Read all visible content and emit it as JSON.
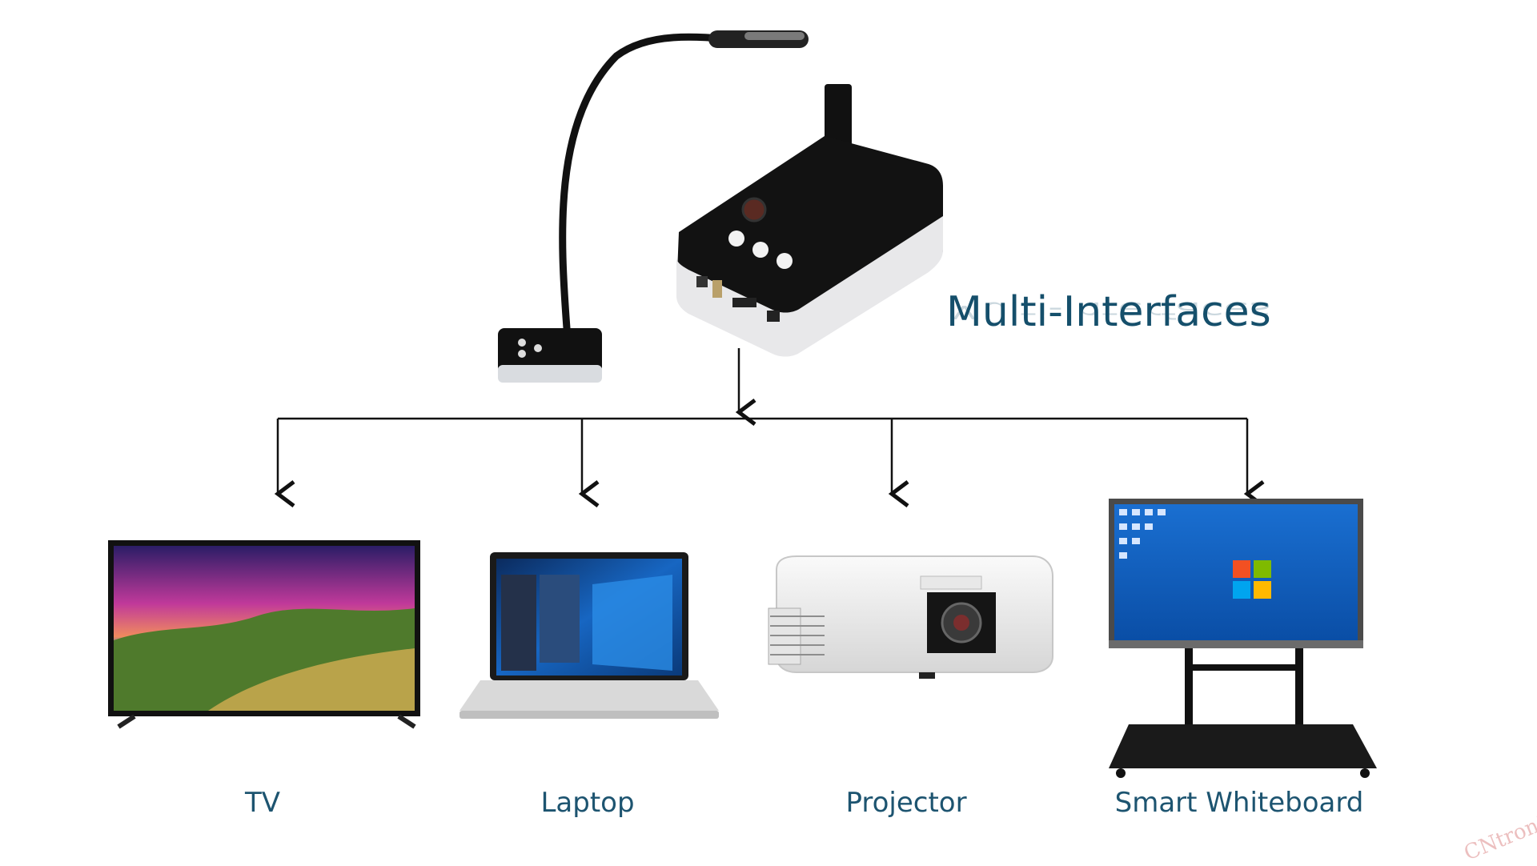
{
  "headline": "Multi-Interfaces",
  "devices": {
    "tv": "TV",
    "laptop": "Laptop",
    "projector": "Projector",
    "whiteboard": "Smart Whiteboard"
  },
  "watermark": "CNtronic",
  "colors": {
    "label": "#1d5470",
    "headline": "#154f6b",
    "connector": "#111111",
    "device_body": "#1b1b1b",
    "accent_silver": "#d9dce0"
  },
  "icons": [
    "document-camera-icon",
    "tv-icon",
    "laptop-icon",
    "projector-icon",
    "smart-whiteboard-icon"
  ]
}
